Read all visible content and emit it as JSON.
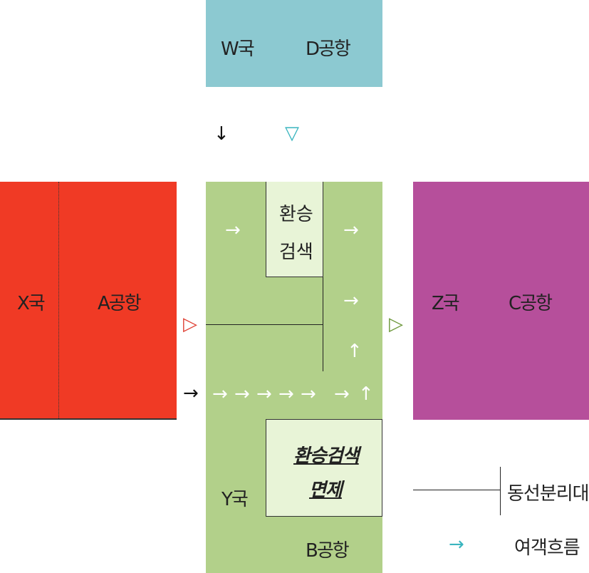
{
  "top_box": {
    "country": "W국",
    "airport": "D공항",
    "color": "#8cc9d1"
  },
  "left_box": {
    "country": "X국",
    "airport": "A공항",
    "color": "#f03a25"
  },
  "right_box": {
    "country": "Z국",
    "airport": "C공항",
    "color": "#b64f9b"
  },
  "center_box": {
    "country": "Y국",
    "airport": "B공항",
    "color": "#b2d08a"
  },
  "transfer_search_box": {
    "line1": "환승",
    "line2": "검색",
    "color": "#e8f4d7"
  },
  "exemption_box": {
    "line1": "환승검색",
    "line2": "면제",
    "color": "#e8f4d7"
  },
  "legend": {
    "separator_label": "동선분리대",
    "flow_label": "여객흐름"
  },
  "symbols": {
    "arrow_right": "→",
    "arrow_up": "↑",
    "arrow_down": "↓",
    "triangle_right": "▷",
    "triangle_down": "▽"
  },
  "colors": {
    "flow_arrow_teal": "#3ab5bf",
    "triangle_red": "#e0463a",
    "triangle_green": "#6f9a3e",
    "triangle_teal": "#3ab5bf"
  }
}
